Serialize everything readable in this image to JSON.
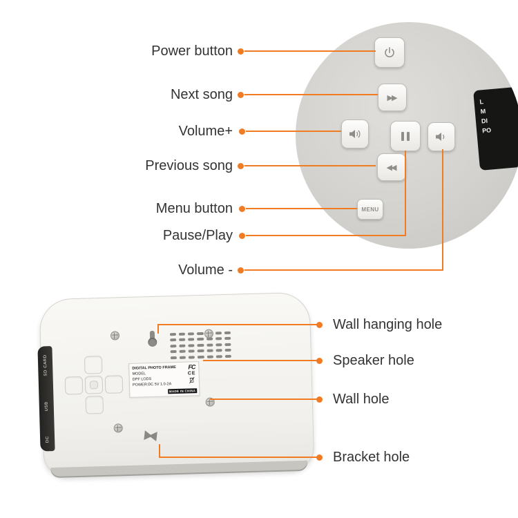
{
  "colors": {
    "accent": "#f07b23",
    "label_text": "#333333"
  },
  "top_callouts": {
    "power": "Power button",
    "next": "Next song",
    "volume_up": "Volume+",
    "previous": "Previous song",
    "menu": "Menu button",
    "pause": "Pause/Play",
    "volume_down": "Volume -"
  },
  "bottom_callouts": {
    "wall_hanging": "Wall hanging hole",
    "speaker": "Speaker hole",
    "wall": "Wall hole",
    "bracket": "Bracket hole"
  },
  "buttons": {
    "menu_label": "MENU",
    "next_glyph": "▶▶",
    "previous_glyph": "◀◀"
  },
  "sticker": {
    "line1": "DIGITAL PHOTO FRAME",
    "line2": "MODEL",
    "line3": "DPF LODS",
    "line4": "POWER:DC  5V  1.0-2A",
    "fcc": "FC",
    "ce": "CE",
    "made_in": "MADE IN CHINA"
  },
  "edge_label_lines": [
    "L",
    "M",
    "DI",
    "PO"
  ],
  "ports": {
    "sd": "SD CARD",
    "usb": "USB",
    "dc": "DC"
  }
}
